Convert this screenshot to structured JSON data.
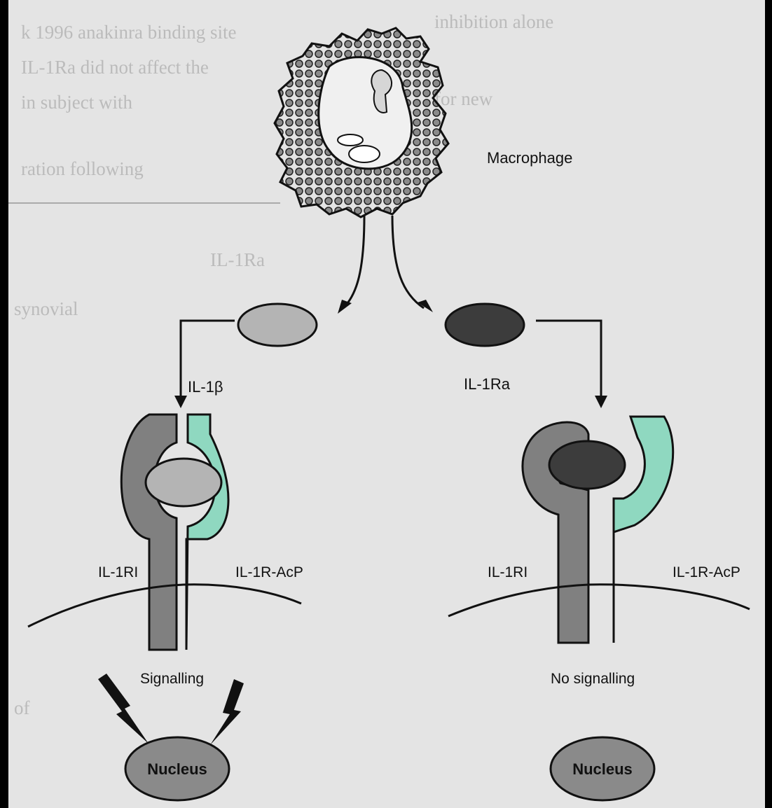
{
  "labels": {
    "macrophage": "Macrophage",
    "il1b": "IL-1β",
    "il1ra": "IL-1Ra",
    "receptor_left": "IL-1RI",
    "accessory_left": "IL-1R-AcP",
    "receptor_right": "IL-1RI",
    "accessory_right": "IL-1R-AcP",
    "signalling": "Signalling",
    "no_signalling": "No signalling",
    "nucleus_left": "Nucleus",
    "nucleus_right": "Nucleus"
  },
  "colors": {
    "paper": "#e4e4e4",
    "receptor_gray": "#808080",
    "accessory_green": "#8fd8c0",
    "il1b_gray": "#b4b4b4",
    "il1ra_dark": "#3c3c3c",
    "nucleus_gray": "#8a8a8a",
    "outline": "#111111"
  }
}
